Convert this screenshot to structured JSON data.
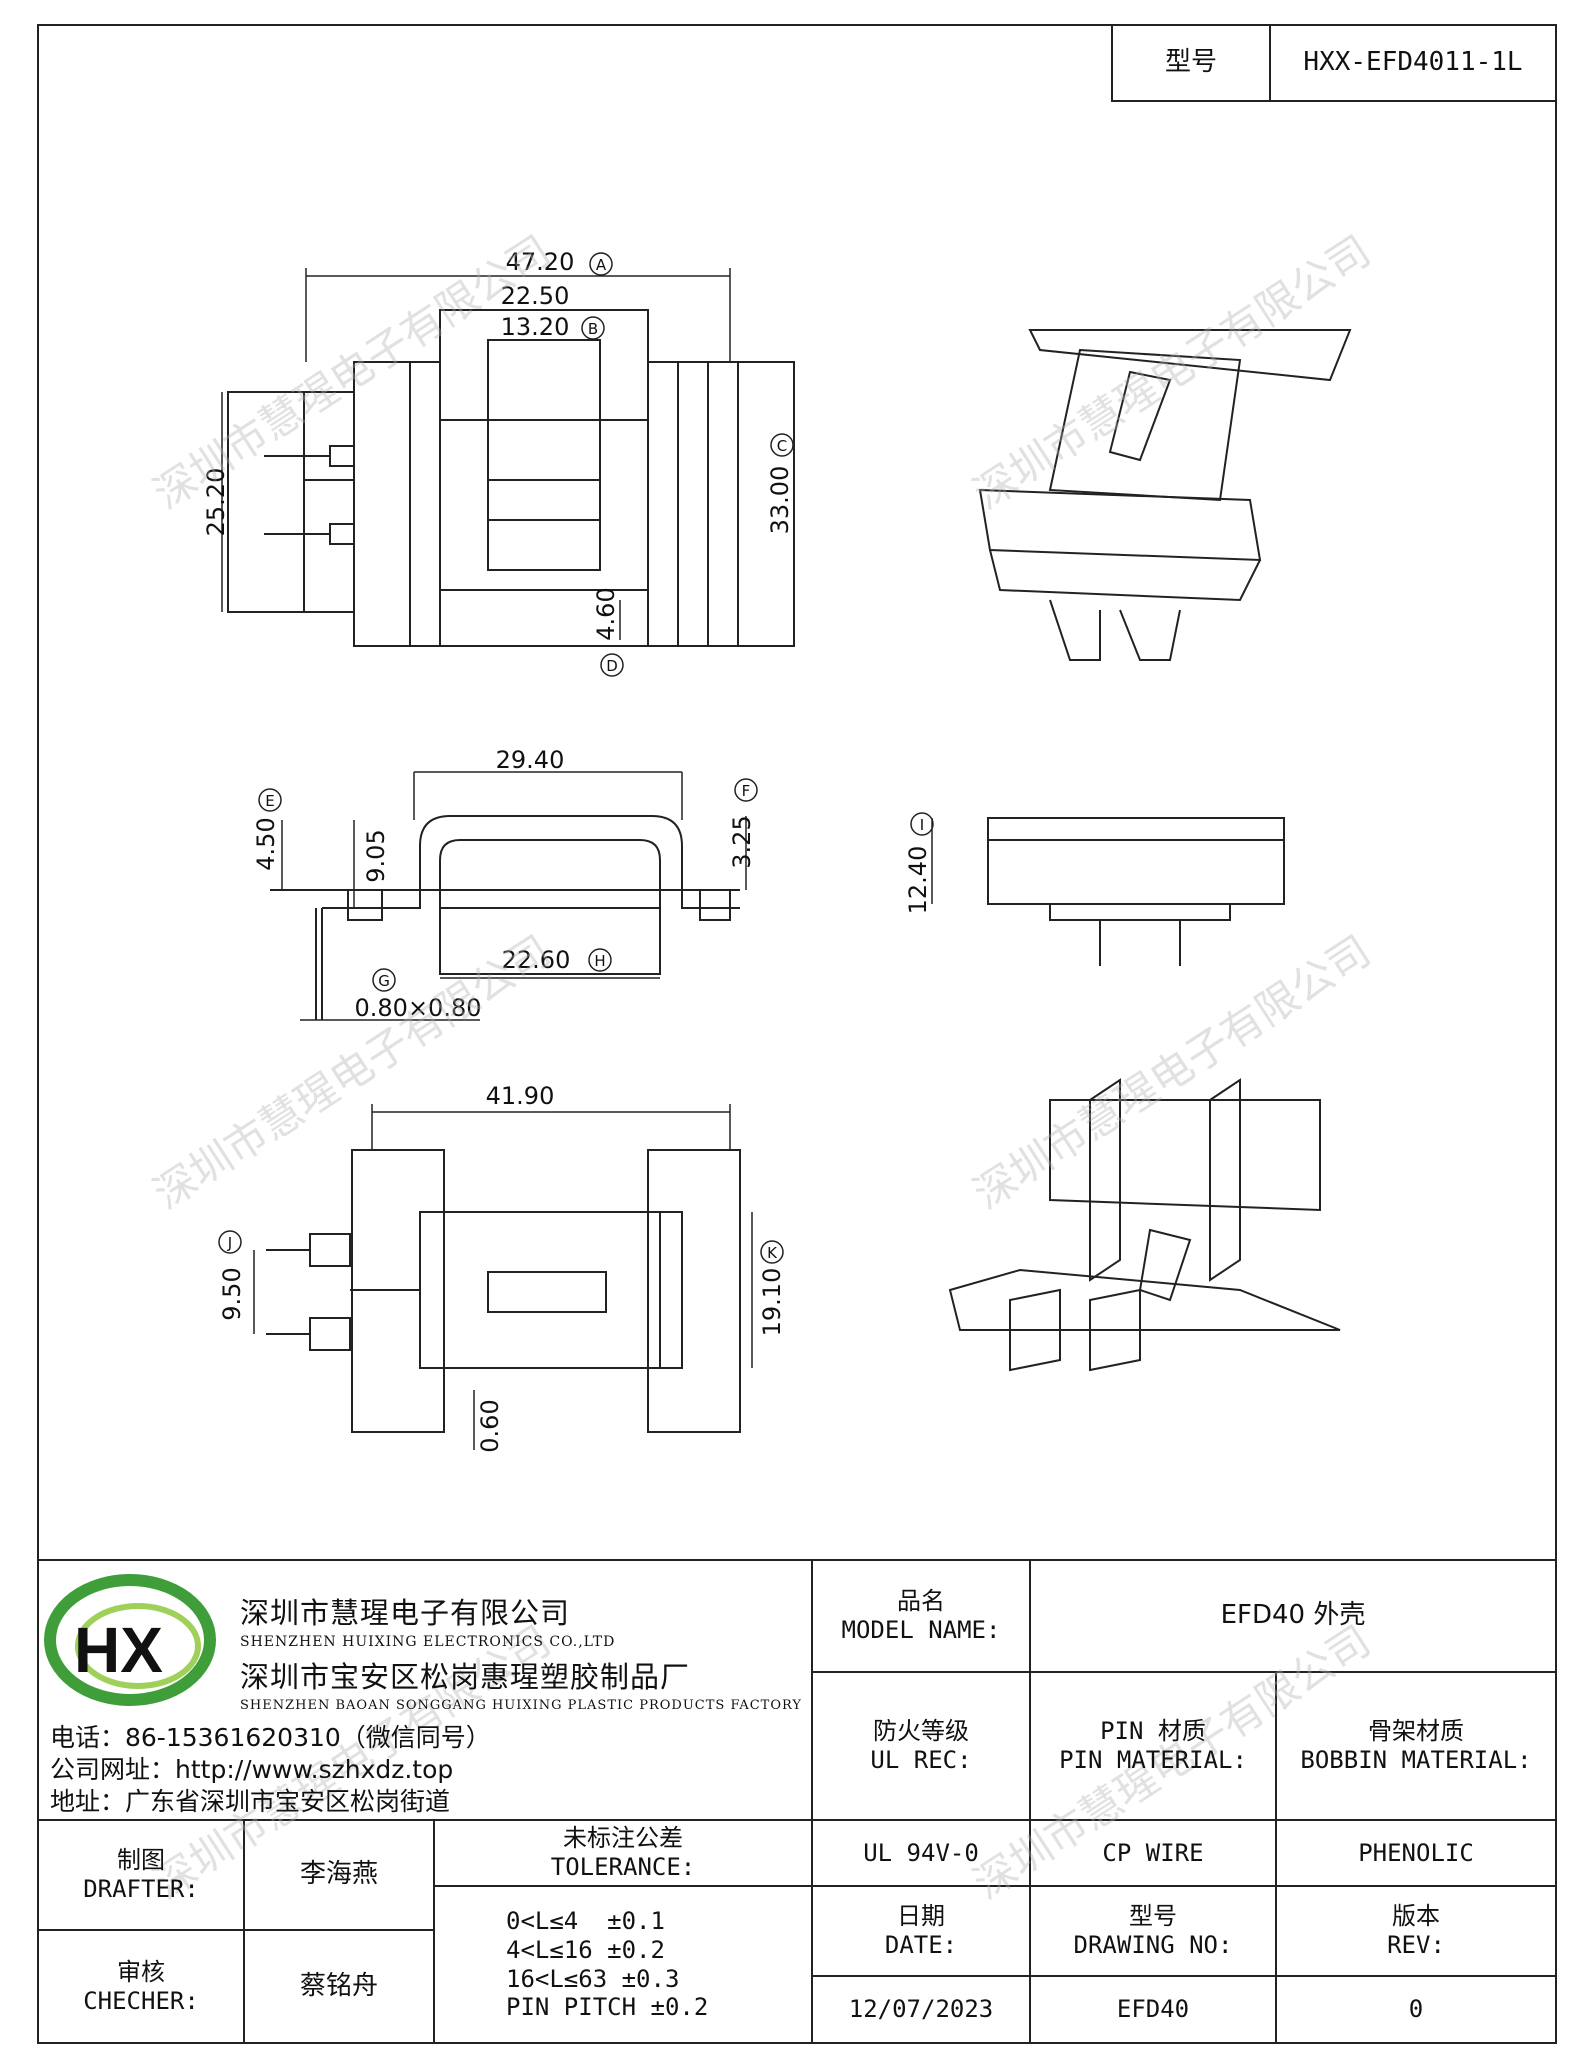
{
  "header": {
    "model_label": "型号",
    "model_value": "HXX-EFD4011-1L"
  },
  "dimensions": {
    "top_view": {
      "overall_width": "47.20",
      "window_width": "22.50",
      "core_width": "13.20",
      "pin_height": "25.20",
      "overall_height": "33.00",
      "gap": "4.60",
      "ref_a": "A",
      "ref_b": "B",
      "ref_c": "C",
      "ref_d": "D"
    },
    "side_view": {
      "top_width": "29.40",
      "height_e": "4.50",
      "height_9": "9.05",
      "height_f": "3.25",
      "inner_width": "22.60",
      "pin_size": "0.80×0.80",
      "ref_e": "E",
      "ref_f": "F",
      "ref_g": "G",
      "ref_h": "H"
    },
    "end_view": {
      "height": "12.40",
      "ref_i": "I"
    },
    "bottom_view": {
      "overall_width": "41.90",
      "pin_pitch": "9.50",
      "body_height": "19.10",
      "offset": "0.60",
      "ref_j": "J",
      "ref_k": "K"
    }
  },
  "company": {
    "name_cn": "深圳市慧瑆电子有限公司",
    "name_en": "SHENZHEN HUIXING ELECTRONICS CO.,LTD",
    "factory_cn": "深圳市宝安区松岗惠瑆塑胶制品厂",
    "factory_en": "SHENZHEN BAOAN SONGGANG HUIXING PLASTIC PRODUCTS FACTORY",
    "phone": "电话：86-15361620310（微信同号）",
    "website": "公司网址：http://www.szhxdz.top",
    "address": "地址：广东省深圳市宝安区松岗街道",
    "logo_text": "HX",
    "logo_colors": {
      "green": "#3f9e3a",
      "yellow": "#f2cf1e",
      "light": "#9fd15a"
    }
  },
  "title_block": {
    "product_name_label_cn": "品名",
    "product_name_label_en": "MODEL NAME:",
    "product_name_value": "EFD40 外壳",
    "fire_label_cn": "防火等级",
    "fire_label_en": "UL REC:",
    "fire_value": "UL 94V-0",
    "pin_label_cn": "PIN 材质",
    "pin_label_en": "PIN MATERIAL:",
    "pin_value": "CP WIRE",
    "bobbin_label_cn": "骨架材质",
    "bobbin_label_en": "BOBBIN MATERIAL:",
    "bobbin_value": "PHENOLIC",
    "drafter_label_cn": "制图",
    "drafter_label_en": "DRAFTER:",
    "drafter_value": "李海燕",
    "checker_label_cn": "审核",
    "checker_label_en": "CHECHER:",
    "checker_value": "蔡铭舟",
    "tolerance_label_cn": "未标注公差",
    "tolerance_label_en": "TOLERANCE:",
    "tolerance_lines": [
      "0<L≤4  ±0.1",
      "4<L≤16 ±0.2",
      "16<L≤63 ±0.3",
      "PIN PITCH ±0.2"
    ],
    "date_label_cn": "日期",
    "date_label_en": "DATE:",
    "date_value": "12/07/2023",
    "drawing_label_cn": "型号",
    "drawing_label_en": "DRAWING NO:",
    "drawing_value": "EFD40",
    "rev_label_cn": "版本",
    "rev_label_en": "REV:",
    "rev_value": "0"
  },
  "watermark": "深圳市慧瑆电子有限公司"
}
